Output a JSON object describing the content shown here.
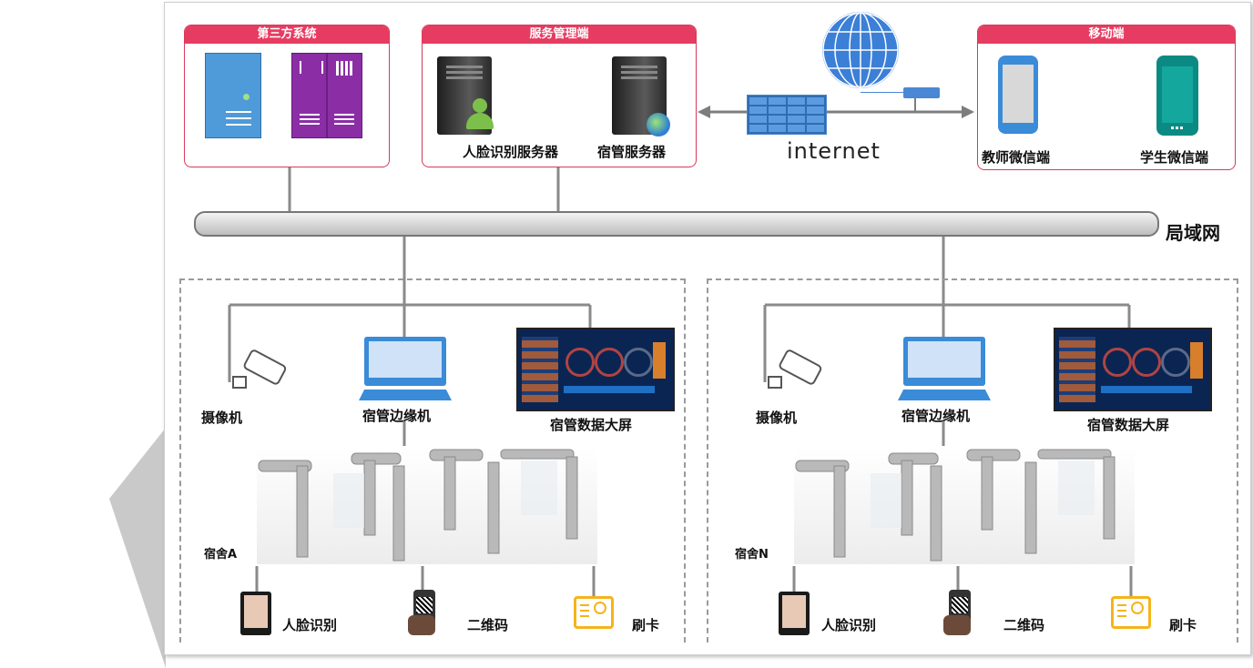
{
  "top": {
    "third_party": {
      "title": "第三方系统"
    },
    "service": {
      "title": "服务管理端",
      "face_server": "人脸识别服务器",
      "dorm_server": "宿管服务器"
    },
    "mobile": {
      "title": "移动端",
      "teacher": "教师微信端",
      "student": "学生微信端"
    },
    "internet": "internet"
  },
  "lan": "局域网",
  "zones": [
    {
      "name": "宿舍A",
      "camera": "摄像机",
      "edge": "宿管边缘机",
      "screen": "宿管数据大屏",
      "face": "人脸识别",
      "qr": "二维码",
      "card": "刷卡"
    },
    {
      "name": "宿舍N",
      "camera": "摄像机",
      "edge": "宿管边缘机",
      "screen": "宿管数据大屏",
      "face": "人脸识别",
      "qr": "二维码",
      "card": "刷卡"
    }
  ],
  "colors": {
    "accent": "#e63c61",
    "device_blue": "#3a8bd8",
    "purple": "#8b2ea6",
    "teal": "#0b8a83"
  }
}
